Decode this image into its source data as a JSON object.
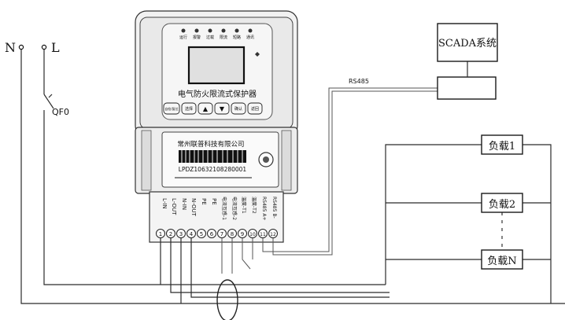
{
  "supply": {
    "neutral_label": "N",
    "line_label": "L",
    "breaker_label": "QF0"
  },
  "device": {
    "title": "电气防火限流式保护器",
    "indicators": [
      "运行",
      "报警",
      "过载",
      "限流",
      "短路",
      "通讯"
    ],
    "buttons": [
      "自检/复位",
      "选择",
      "▲",
      "▼",
      "确认",
      "返回"
    ],
    "nameplate": {
      "company": "常州联普科技有限公司",
      "serial": "LPDZ10632108280001"
    },
    "terminal_labels": [
      "L-IN",
      "L-OUT",
      "N-IN",
      "N-OUT",
      "PE",
      "PE",
      "电流互感-1",
      "电流互感-2",
      "温度-T1",
      "温度-T2",
      "RS485 A+",
      "RS485 B-"
    ],
    "terminal_numbers": [
      "1",
      "2",
      "3",
      "4",
      "5",
      "6",
      "7",
      "8",
      "9",
      "10",
      "11",
      "12"
    ]
  },
  "comm": {
    "bus_label": "RS485",
    "scada_label": "SCADA系统"
  },
  "loads": [
    "负载1",
    "负载2",
    "负载N"
  ]
}
